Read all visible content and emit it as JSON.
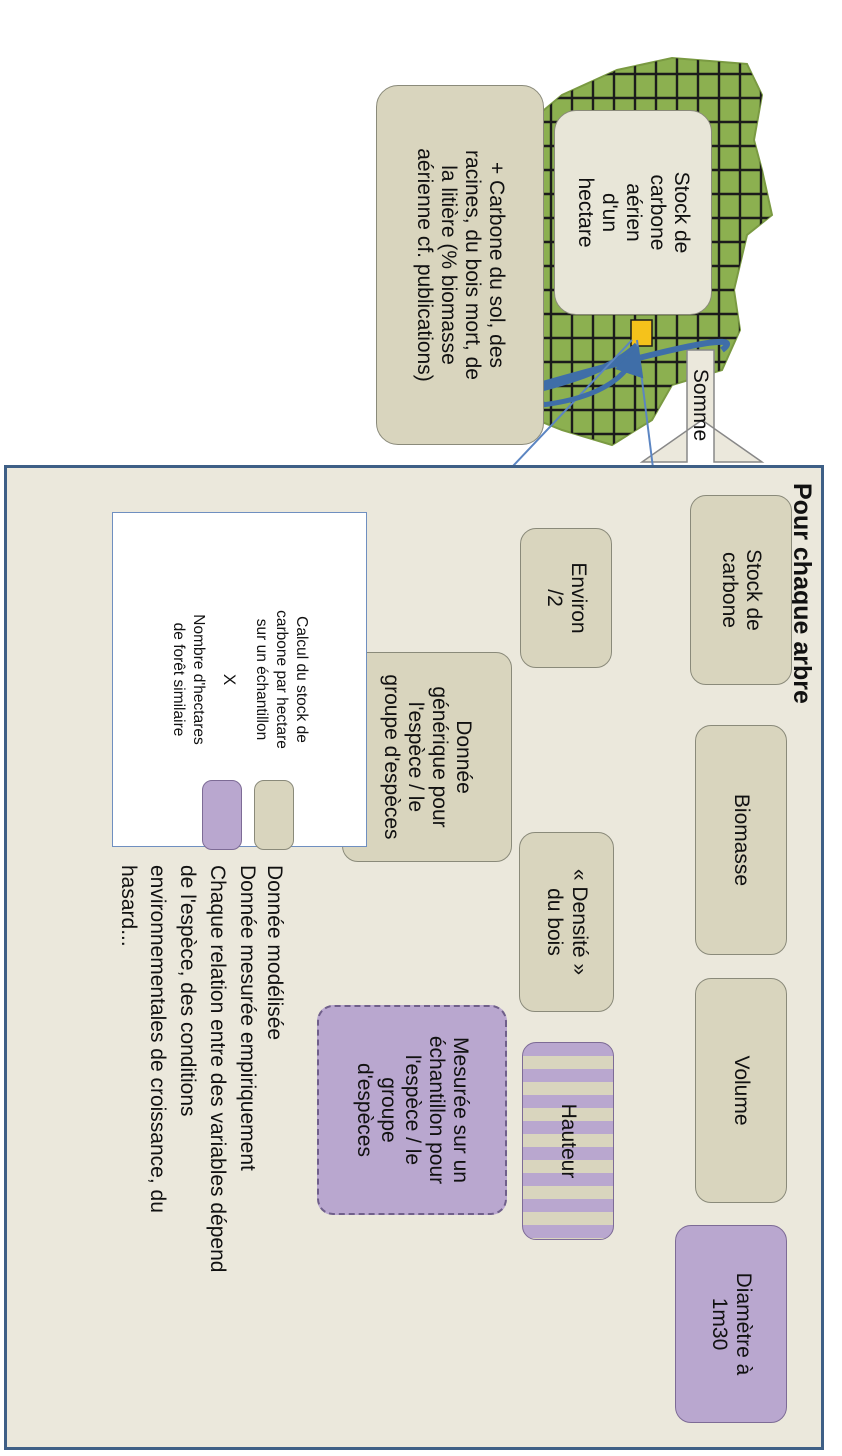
{
  "panel": {
    "title": "Pour chaque arbre"
  },
  "nodes": {
    "diametre": "Diamètre à\n1m30",
    "volume": "Volume",
    "biomasse": "Biomasse",
    "stock_carbone": "Stock de\ncarbone",
    "hauteur": "Hauteur",
    "densite": "« Densité »\ndu bois",
    "environ": "Environ\n/2",
    "donnee_generique": "Donnée\ngénérique pour\nl'espèce / le\ngroupe d'espèces",
    "mesuree_echantillon": "Mesurée sur un\néchantillon pour\nl'espèce / le\ngroupe\nd'espèces",
    "stock_hectare": "Stock de\ncarbone\naérien\nd'un\nhectare",
    "carbone_sol": "+ Carbone du sol, des\nracines, du bois mort, de\nla litière (% biomasse\naérienne cf. publications)"
  },
  "somme_label": "Somme",
  "calc_box": {
    "line1": "Calcul du stock de carbone par hectare sur un échantillon",
    "operator": "X",
    "line2": "Nombre d'hectares de forêt similaire"
  },
  "legend": {
    "modelled": "Donnée modélisée",
    "measured": "Donnée mesurée empiriquement",
    "relation": "Chaque relation entre des variables dépend\nde l'espèce, des conditions\nenvironnementales de croissance, du\nhasard..."
  },
  "colors": {
    "modelled": "#d9d5be",
    "measured": "#b9a7cf",
    "arrow": "#3f6ea8",
    "forest": "#8cb050",
    "highlight": "#f5c21b"
  },
  "icons": {
    "forest_map": "forest-grid-map-icon",
    "cycle_arrow": "curved-arrow-icon"
  }
}
